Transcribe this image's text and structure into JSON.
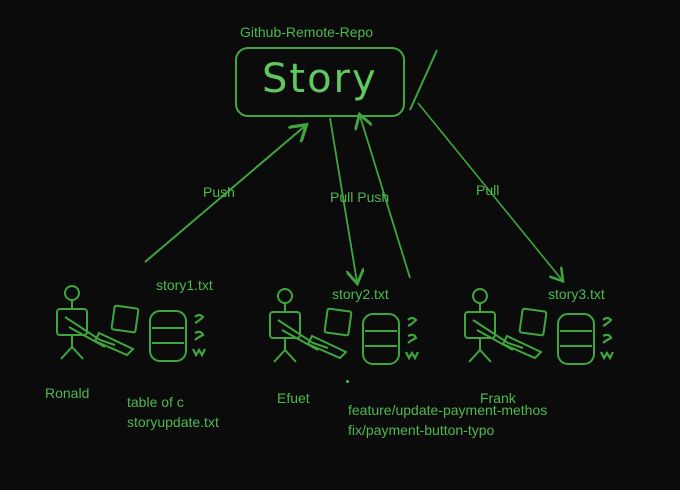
{
  "diagram": {
    "repo_title": "Github-Remote-Repo",
    "repo_name": "Story",
    "arrows": {
      "push_ronald": "Push",
      "pull_push": "Pull Push",
      "pull_frank": "Pull"
    },
    "users": [
      {
        "name": "Ronald",
        "file": "story1.txt",
        "notes": [
          "table of c",
          "storyupdate.txt"
        ]
      },
      {
        "name": "Efuet",
        "file": "story2.txt",
        "notes": [
          "feature/update-payment-methos",
          "fix/payment-button-typo"
        ]
      },
      {
        "name": "Frank",
        "file": "story3.txt",
        "notes": []
      }
    ],
    "colors": {
      "stroke": "#3fa63f",
      "text": "#4fb84f",
      "background": "#0b0b0b"
    }
  }
}
